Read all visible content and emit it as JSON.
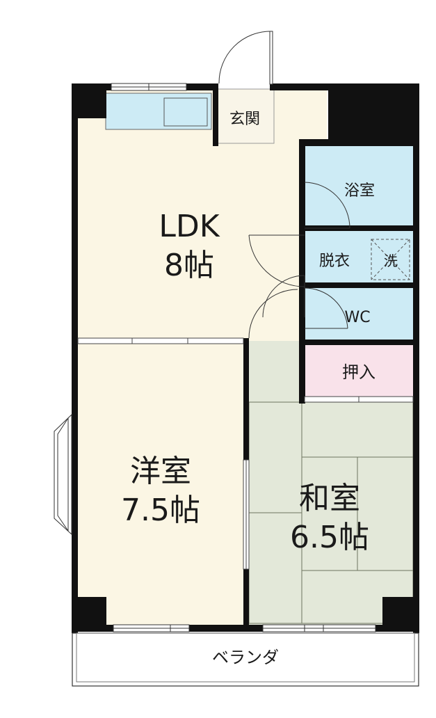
{
  "rooms": {
    "genkan": "玄関",
    "ldk": {
      "name": "LDK",
      "size": "8帖"
    },
    "bath": "浴室",
    "dressing": "脱衣",
    "laundry": "洗",
    "wc": "WC",
    "closet": "押入",
    "western": {
      "name": "洋室",
      "size": "7.5帖"
    },
    "japanese": {
      "name": "和室",
      "size": "6.5帖"
    },
    "balcony": "ベランダ"
  },
  "colors": {
    "floor": "#fbf6e4",
    "wet_area": "#cdebf5",
    "tatami": "#e3e8d9",
    "closet": "#f9e2ea",
    "wall": "#111111"
  }
}
